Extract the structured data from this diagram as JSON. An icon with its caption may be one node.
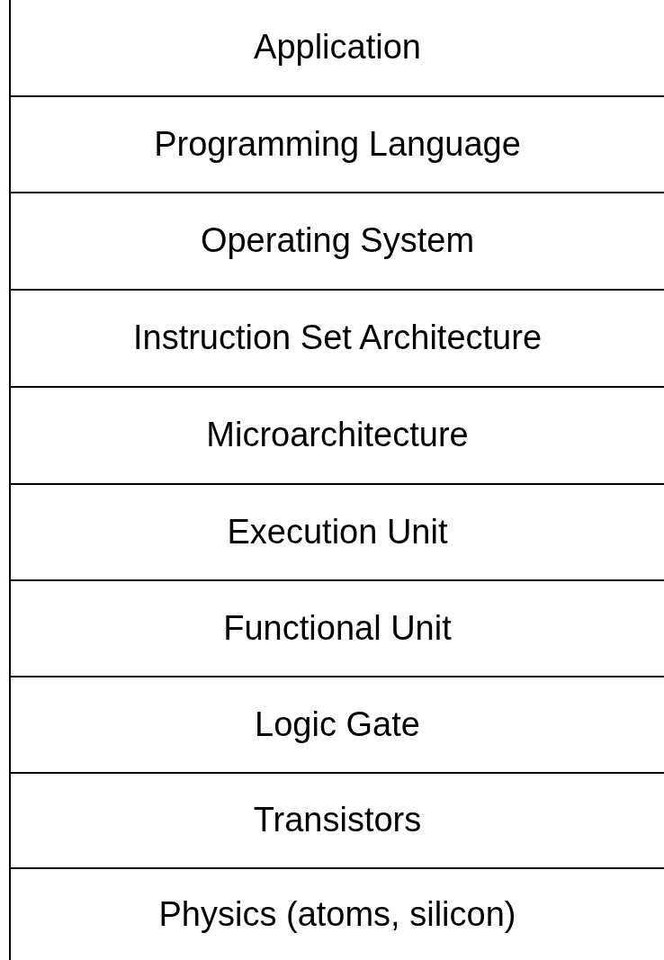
{
  "diagram": {
    "nodes": [
      {
        "text": [
          "Application"
        ]
      },
      {
        "text": [
          "Programming Language"
        ]
      },
      {
        "text": [
          "Operating System"
        ]
      },
      {
        "text": [
          "Instruction Set Architecture"
        ]
      },
      {
        "text": [
          "Microarchitecture"
        ]
      },
      {
        "text": [
          "Execution Unit"
        ]
      },
      {
        "text": [
          "Functional Unit"
        ]
      },
      {
        "text": [
          "Logic Gate"
        ]
      },
      {
        "text": [
          "Transistors"
        ]
      },
      {
        "text": [
          "Physics (atoms, silicon)"
        ]
      }
    ]
  }
}
